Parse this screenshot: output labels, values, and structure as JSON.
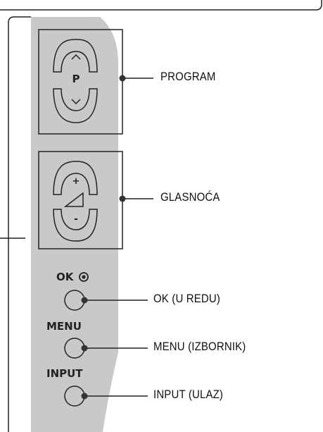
{
  "panel": {
    "program_symbol": "P",
    "volume_plus": "+",
    "volume_minus": "-",
    "ok_button_label": "OK",
    "menu_button_label": "MENU",
    "input_button_label": "INPUT"
  },
  "callouts": {
    "program": "PROGRAM",
    "volume": "GLASNOĆA",
    "ok": "OK (U REDU)",
    "menu": "MENU (IZBORNIK)",
    "input": "INPUT (ULAZ)"
  },
  "colors": {
    "panel_fill": "#c9c9c9",
    "line": "#222222",
    "button_fill": "#c9c9c9"
  }
}
